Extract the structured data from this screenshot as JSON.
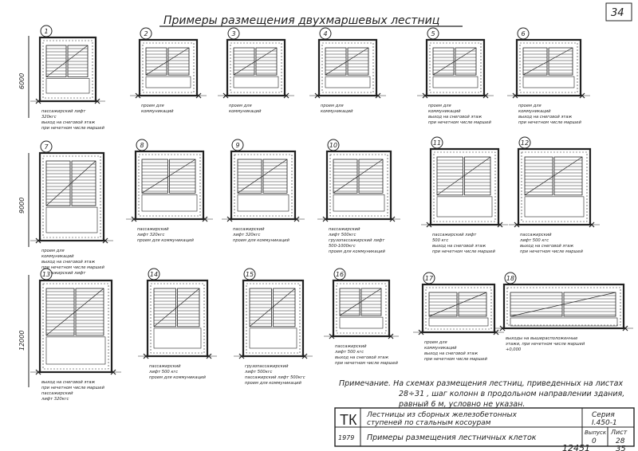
{
  "sheet": {
    "title": "Примеры размещения двухмаршевых лестниц",
    "page_number": "34",
    "row_dims": [
      "6000",
      "9000",
      "12000"
    ]
  },
  "plans": [
    {
      "num": "1",
      "captions": [
        "пассажирский лифт",
        "320кгс",
        "выход на снеговой этаж",
        "при нечетном числе маршей"
      ]
    },
    {
      "num": "2",
      "captions": [
        "проем для",
        "коммуникаций"
      ]
    },
    {
      "num": "3",
      "captions": [
        "проем для",
        "коммуникаций"
      ]
    },
    {
      "num": "4",
      "captions": [
        "проем для",
        "коммуникаций"
      ]
    },
    {
      "num": "5",
      "captions": [
        "проем для",
        "коммуникаций",
        "выход на снеговой этаж",
        "при нечетном числе маршей"
      ]
    },
    {
      "num": "6",
      "captions": [
        "проем для",
        "коммуникаций",
        "выход на снеговой этаж",
        "при нечетном числе маршей"
      ]
    },
    {
      "num": "7",
      "captions": [
        "проем для",
        "коммуникаций",
        "выход на снеговой этаж",
        "при нечетном числе маршей",
        "пассажирский лифт"
      ]
    },
    {
      "num": "8",
      "captions": [
        "пассажирский",
        "лифт 320кгс",
        "проем для коммуникаций"
      ]
    },
    {
      "num": "9",
      "captions": [
        "пассажирский",
        "лифт 320кгс",
        "проем для коммуникаций"
      ]
    },
    {
      "num": "10",
      "captions": [
        "пассажирский",
        "лифт 500кгс",
        "грузопассажирский лифт",
        "500-1000кгс",
        "проем для коммуникаций"
      ]
    },
    {
      "num": "11",
      "captions": [
        "пассажирский лифт",
        "500 кгс",
        "выход на снеговой этаж",
        "при нечетном числе маршей"
      ]
    },
    {
      "num": "12",
      "captions": [
        "пассажирский",
        "лифт 500 кгс",
        "выход на снеговой этаж",
        "при нечетном числе маршей"
      ]
    },
    {
      "num": "13",
      "captions": [
        "выход на снеговой этаж",
        "при нечетном числе маршей",
        "пассажирский",
        "лифт 320кгс"
      ]
    },
    {
      "num": "14",
      "captions": [
        "пассажирский",
        "лифт 500 кгс",
        "проем для коммуникаций"
      ]
    },
    {
      "num": "15",
      "captions": [
        "грузопассажирский",
        "лифт 500кгс",
        "пассажирский лифт 500кгс",
        "проем для коммуникаций"
      ]
    },
    {
      "num": "16",
      "captions": [
        "пассажирский",
        "лифт 500 кгс",
        "выход на снеговой этаж",
        "при нечетном числе маршей"
      ]
    },
    {
      "num": "17",
      "captions": [
        "проем для",
        "коммуникаций",
        "выход на снеговой этаж",
        "при нечетном числе маршей"
      ]
    },
    {
      "num": "18",
      "captions": [
        "выходы на вышерасположенные",
        "этажи, при нечетном числе маршей",
        "+0,000"
      ]
    }
  ],
  "note": {
    "line1": "Примечание. На схемах размещения лестниц, приведенных на листах",
    "line2": "28÷31 , шаг колонн в продольном направлении здания,",
    "line3": "равный 6 м, условно не указан."
  },
  "title_block": {
    "logo": "ТК",
    "desc1": "Лестницы из сборных железобетонных",
    "desc2": "ступеней по стальным косоурам",
    "series_label": "Серия",
    "series_value": "I.450-1",
    "year": "1979",
    "sheet_title": "Примеры размещения лестничных клеток",
    "issue_label": "Выпуск",
    "issue_value": "0",
    "list_label": "Лист",
    "list_value": "28",
    "footer_num": "12451",
    "footer_extra": "35"
  }
}
